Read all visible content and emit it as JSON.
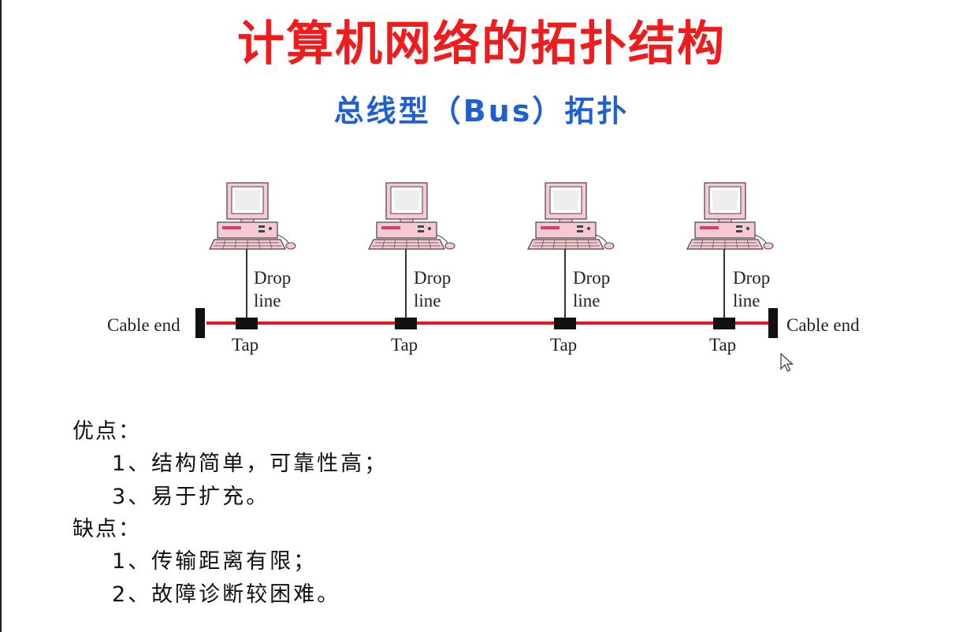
{
  "title": "计算机网络的拓扑结构",
  "subtitle": "总线型（Bus）拓扑",
  "colors": {
    "title": "#ee1c1c",
    "subtitle": "#1f5fd4",
    "bus_cable": "#e8141e",
    "computer_body": "#f6c9d3"
  },
  "diagram": {
    "cable_end_left": "Cable end",
    "cable_end_right": "Cable end",
    "nodes": [
      {
        "drop_line": [
          "Drop",
          "line"
        ],
        "tap": "Tap"
      },
      {
        "drop_line": [
          "Drop",
          "line"
        ],
        "tap": "Tap"
      },
      {
        "drop_line": [
          "Drop",
          "line"
        ],
        "tap": "Tap"
      },
      {
        "drop_line": [
          "Drop",
          "line"
        ],
        "tap": "Tap"
      }
    ]
  },
  "advantages": {
    "heading": "优点：",
    "items": [
      {
        "num": "1",
        "text": "、结构简单，可靠性高；"
      },
      {
        "num": "3",
        "text": "、易于扩充。"
      }
    ]
  },
  "disadvantages": {
    "heading": "缺点：",
    "items": [
      {
        "num": "1",
        "text": "、传输距离有限；"
      },
      {
        "num": "2",
        "text": "、故障诊断较困难。"
      }
    ]
  }
}
